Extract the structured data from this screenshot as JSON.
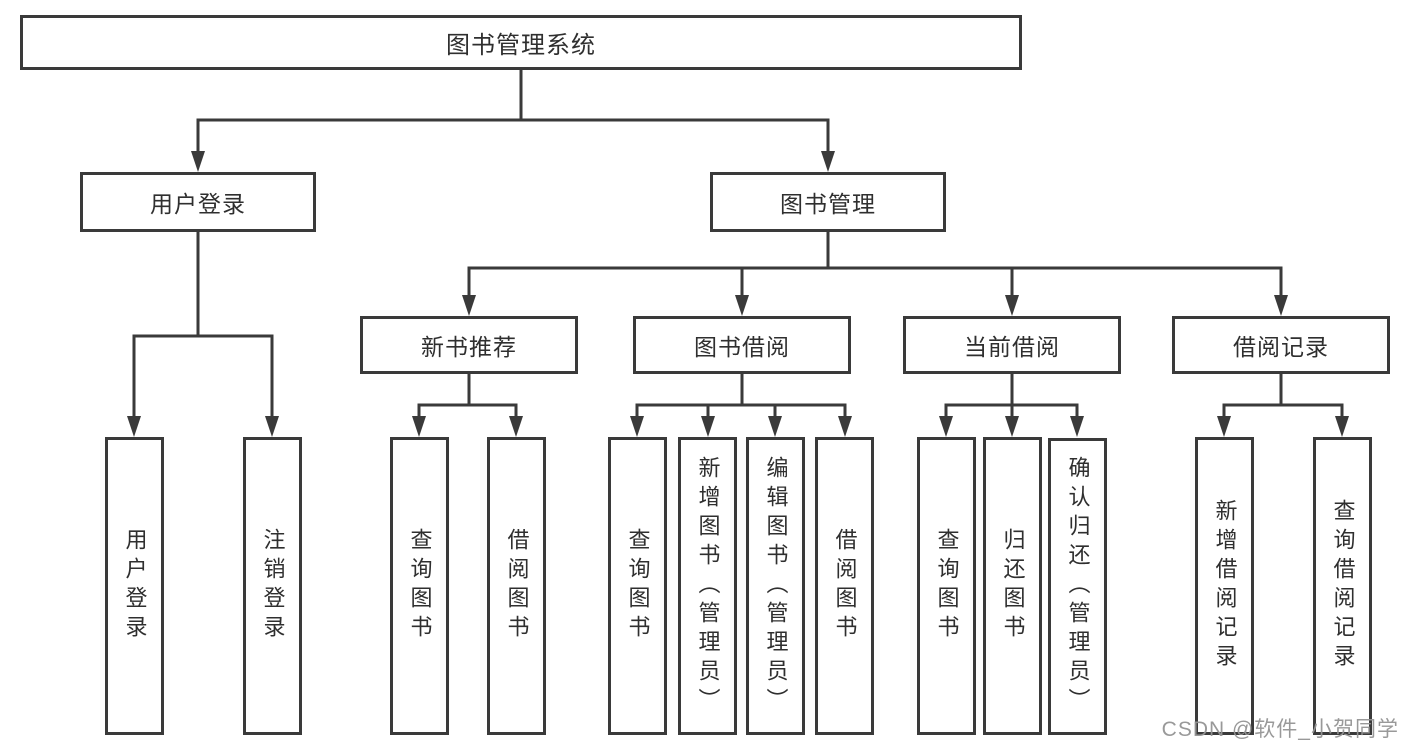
{
  "tree": {
    "root": {
      "label": "图书管理系统"
    },
    "user_login": {
      "label": "用户登录",
      "children": [
        {
          "label": "用户登录"
        },
        {
          "label": "注销登录"
        }
      ]
    },
    "book_management": {
      "label": "图书管理",
      "sections": [
        {
          "label": "新书推荐",
          "children": [
            {
              "label": "查询图书"
            },
            {
              "label": "借阅图书"
            }
          ]
        },
        {
          "label": "图书借阅",
          "children": [
            {
              "label": "查询图书"
            },
            {
              "label": "新增图书（管理员）"
            },
            {
              "label": "编辑图书（管理员）"
            },
            {
              "label": "借阅图书"
            }
          ]
        },
        {
          "label": "当前借阅",
          "children": [
            {
              "label": "查询图书"
            },
            {
              "label": "归还图书"
            },
            {
              "label": "确认归还（管理员）"
            }
          ]
        },
        {
          "label": "借阅记录",
          "children": [
            {
              "label": "新增借阅记录"
            },
            {
              "label": "查询借阅记录"
            }
          ]
        }
      ]
    }
  },
  "watermark": {
    "text": "CSDN @软件_小贺同学"
  },
  "colors": {
    "line": "#3a3a3a",
    "text": "#2f2f2f",
    "background": "#ffffff",
    "watermark": "#949494"
  }
}
